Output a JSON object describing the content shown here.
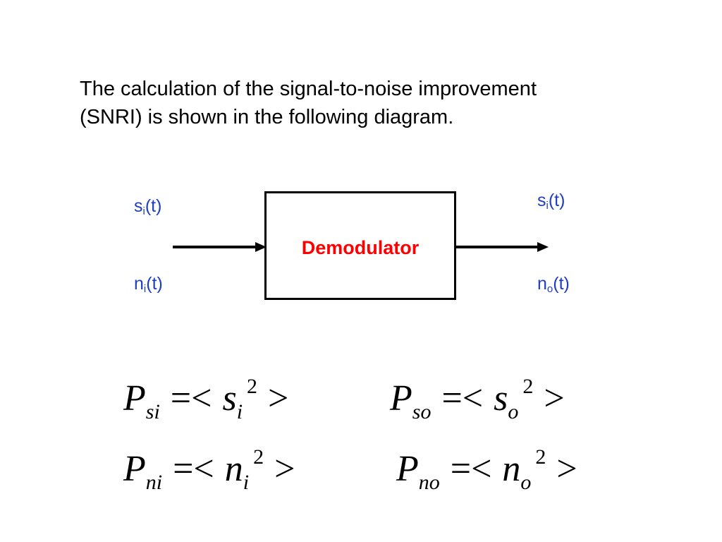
{
  "intro": {
    "line1": "The calculation of the signal-to-noise improvement",
    "line2": "(SNRI) is shown in the following diagram."
  },
  "diagram": {
    "block_label": "Demodulator",
    "input_signal": {
      "base": "s",
      "sub": "i",
      "arg": "(t)"
    },
    "input_noise": {
      "base": "n",
      "sub": "i",
      "arg": "(t)"
    },
    "output_signal": {
      "base": "s",
      "sub": "i",
      "arg": "(t)"
    },
    "output_noise": {
      "base": "n",
      "sub": "o",
      "arg": "(t)"
    },
    "colors": {
      "signal_text": "#1f3fbf",
      "block_label": "#ff0000"
    }
  },
  "equations": {
    "psi": {
      "p": "P",
      "psub": "si",
      "eq": "=<",
      "var": "s",
      "vsub": "i",
      "exp": "2",
      "close": ">"
    },
    "pso": {
      "p": "P",
      "psub": "so",
      "eq": "=<",
      "var": "s",
      "vsub": "o",
      "exp": "2",
      "close": ">"
    },
    "pni": {
      "p": "P",
      "psub": "ni",
      "eq": "=<",
      "var": "n",
      "vsub": "i",
      "exp": "2",
      "close": ">"
    },
    "pno": {
      "p": "P",
      "psub": "no",
      "eq": "=<",
      "var": "n",
      "vsub": "o",
      "exp": "2",
      "close": ">"
    }
  }
}
